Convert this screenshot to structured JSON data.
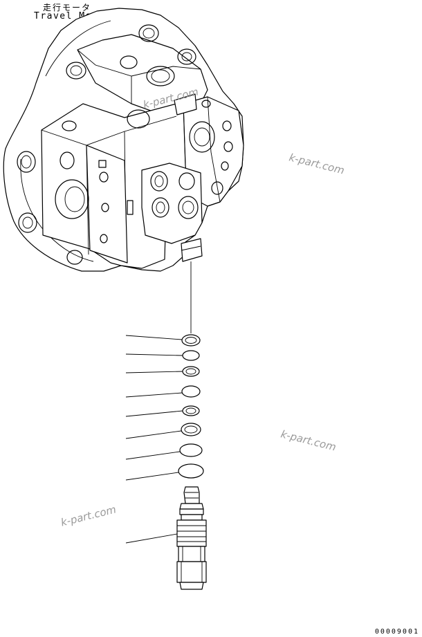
{
  "header": {
    "title_jp": "走行モータ",
    "title_en": "Travel Motor"
  },
  "watermarks": [
    "k-part.com",
    "k-part.com",
    "k-part.com",
    "k-part.com"
  ],
  "figure_code": "00009001"
}
